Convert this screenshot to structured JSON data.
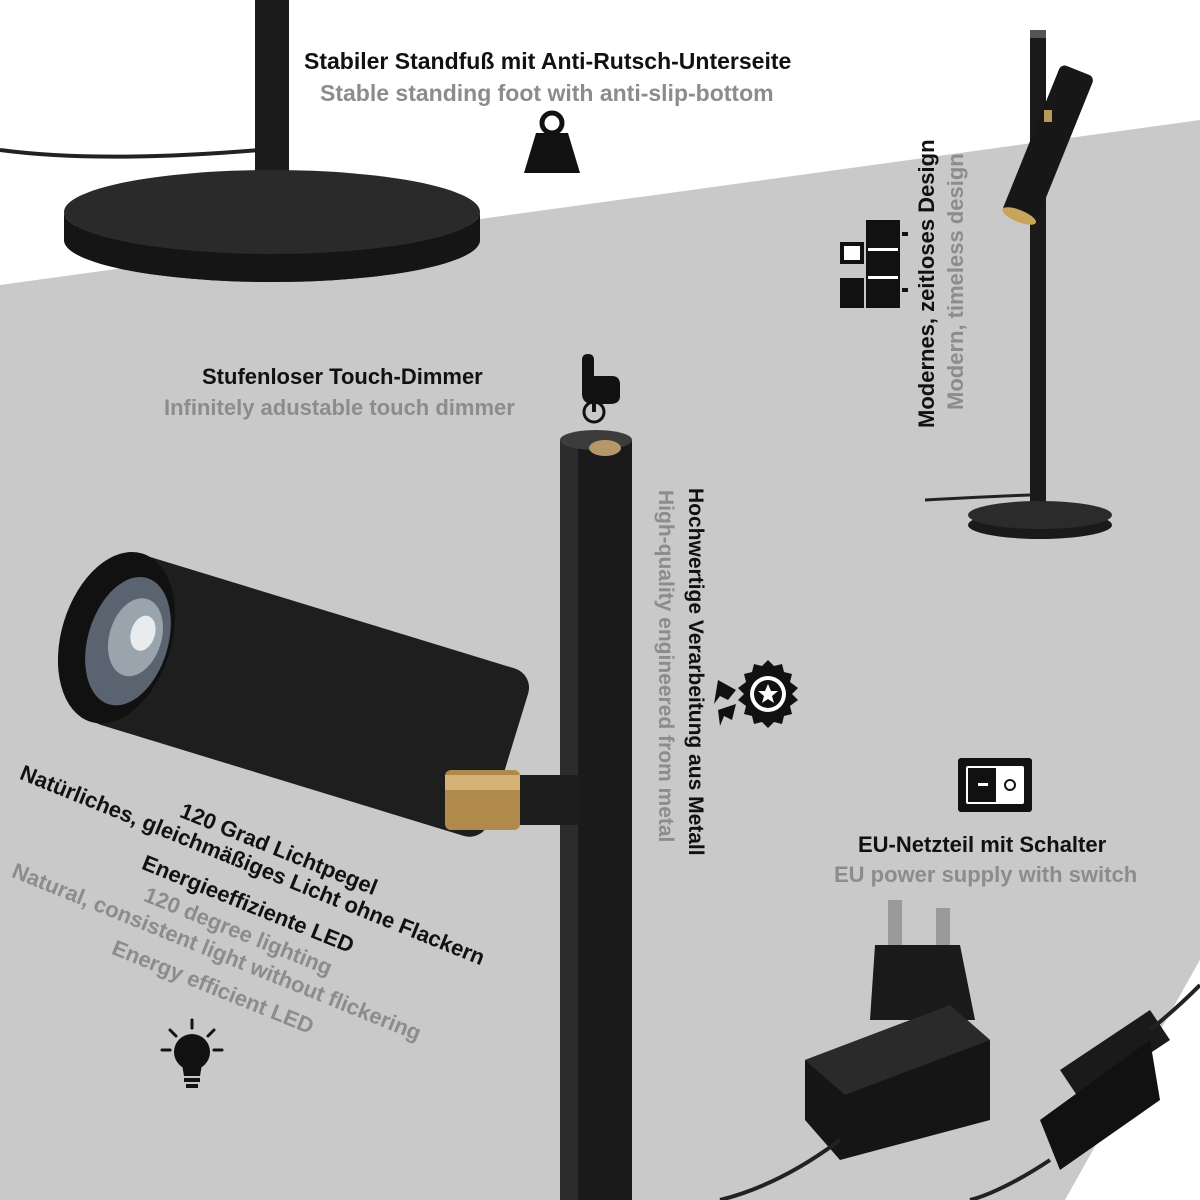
{
  "colors": {
    "background": "#ffffff",
    "grey_band": "#c8c8c8",
    "lamp_black": "#1a1a1a",
    "brass": "#b89a5a",
    "text_de": "#111111",
    "text_en": "#8c8c8c"
  },
  "features": {
    "foot": {
      "de": "Stabiler Standfuß mit Anti-Rutsch-Unterseite",
      "en": "Stable standing foot with anti-slip-bottom",
      "icon": "weight-icon"
    },
    "design": {
      "de": "Modernes, zeitloses Design",
      "en": "Modern, timeless design",
      "icon": "furniture-icon"
    },
    "dimmer": {
      "de": "Stufenloser Touch-Dimmer",
      "en": "Infinitely adustable touch dimmer",
      "icon": "touch-finger-icon"
    },
    "quality": {
      "de": "Hochwertige Verarbeitung aus Metall",
      "en": "High-quality engineered from metal",
      "icon": "quality-badge-icon"
    },
    "power": {
      "de": "EU-Netzteil mit Schalter",
      "en": "EU power supply with switch",
      "icon": "rocker-switch-icon"
    },
    "light": {
      "de_lines": [
        "120 Grad Lichtpegel",
        "Natürliches, gleichmäßiges Licht ohne Flackern",
        "Energieeffiziente LED"
      ],
      "en_lines": [
        "120 degree lighting",
        "Natural, consistent light without flickering",
        "Energy efficient LED"
      ],
      "icon": "lightbulb-icon"
    }
  }
}
